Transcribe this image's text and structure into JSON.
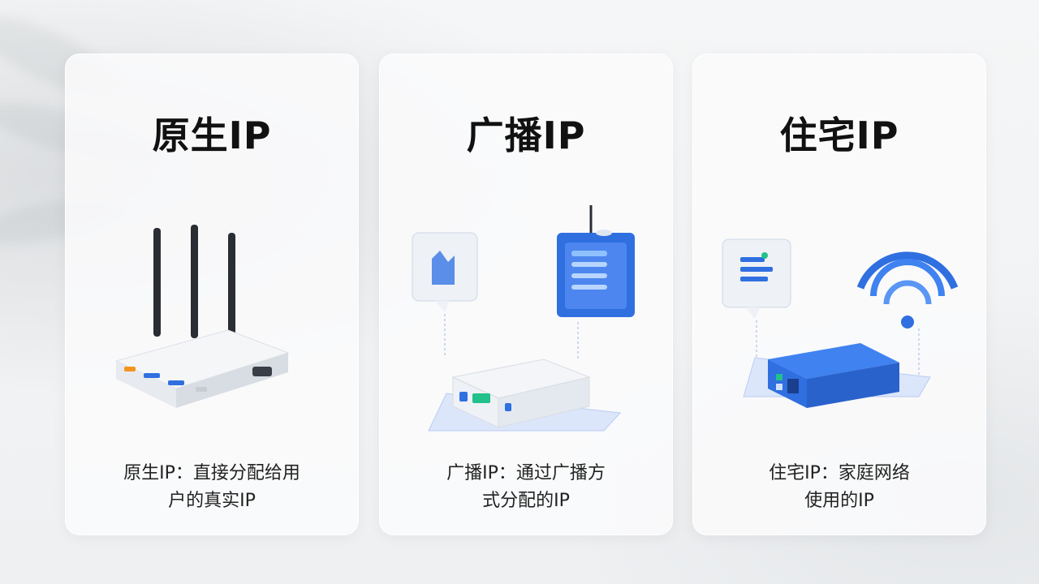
{
  "cards": [
    {
      "title": "原生IP",
      "desc_line1": "原生IP：直接分配给用",
      "desc_line2": "户的真实IP",
      "illustration": "router-icon"
    },
    {
      "title": "广播IP",
      "desc_line1": "广播IP：通过广播方",
      "desc_line2": "式分配的IP",
      "illustration": "broadcast-server-icon"
    },
    {
      "title": "住宅IP",
      "desc_line1": "住宅IP：家庭网络",
      "desc_line2": "使用的IP",
      "illustration": "home-wifi-device-icon"
    }
  ],
  "colors": {
    "accent_blue": "#2f6fe0",
    "light_blue": "#6aa8ff",
    "background": "#f3f4f6",
    "card": "#fafbfc"
  }
}
